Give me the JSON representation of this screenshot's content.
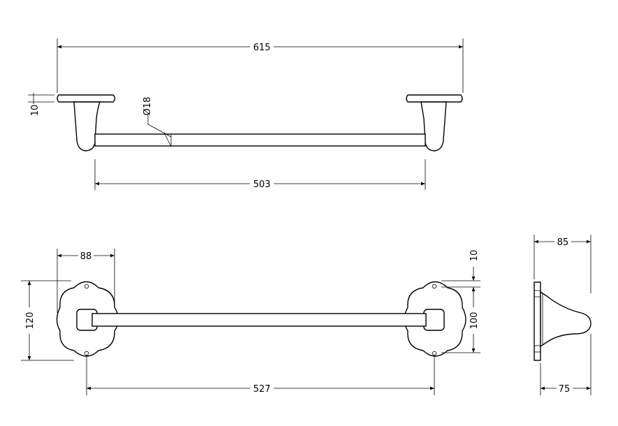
{
  "drawing": {
    "line_color": "#000000",
    "background": "#ffffff"
  },
  "dimensions": {
    "overall_length": "615",
    "plate_thickness": "10",
    "bar_diameter": "Ø18",
    "bar_length": "503",
    "plate_width": "88",
    "plate_height": "120",
    "hole_offset": "10",
    "hole_spacing": "100",
    "mount_centers": "527",
    "side_depth_outer": "85",
    "side_depth_inner": "75"
  }
}
